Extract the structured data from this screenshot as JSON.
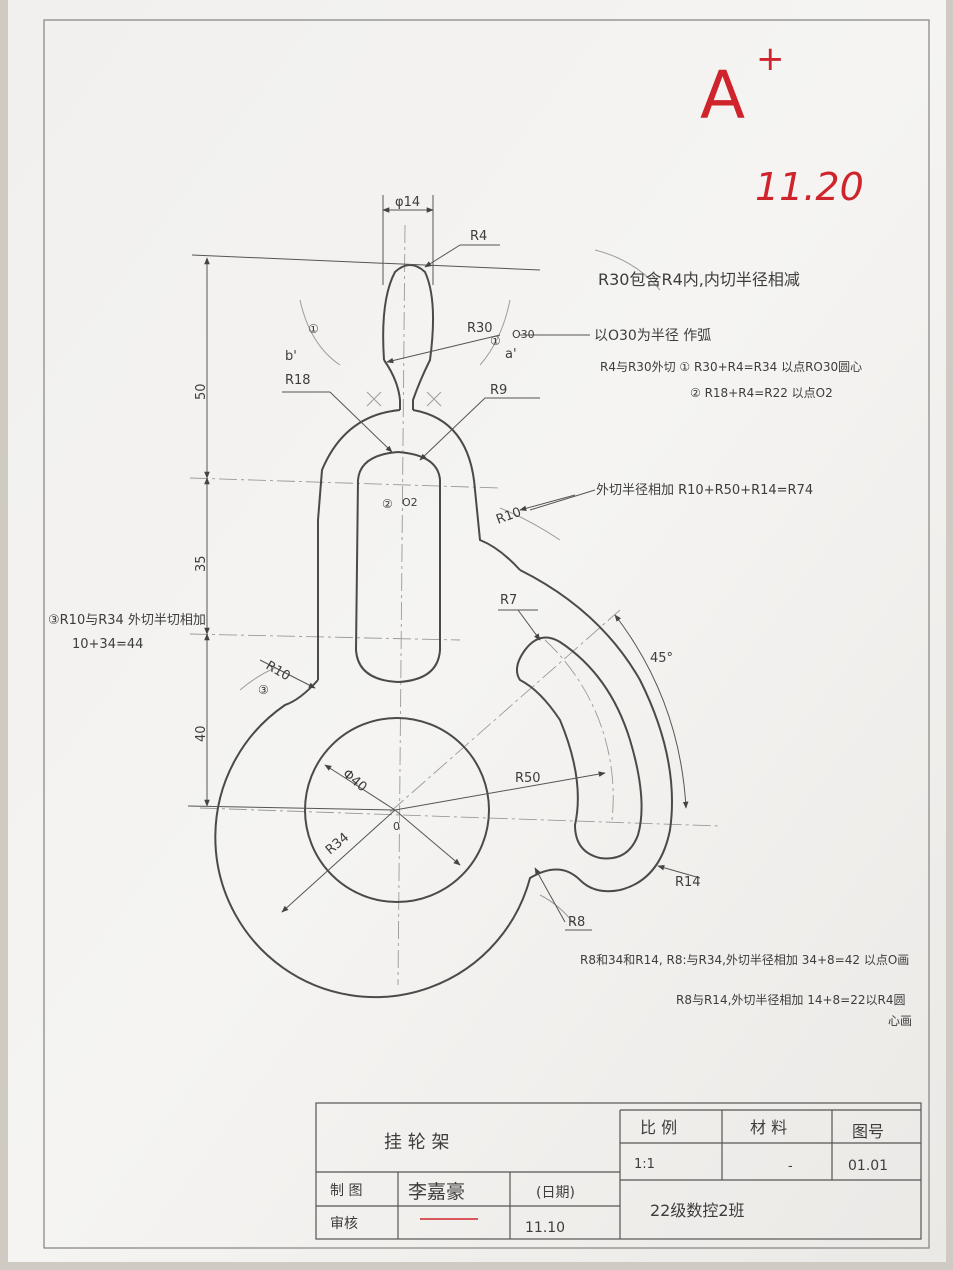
{
  "grade": {
    "mark": "A",
    "plus": "+",
    "date": "11.20"
  },
  "dimensions": {
    "d14": "φ14",
    "r4": "R4",
    "r30": "R30",
    "o30": "O30",
    "a_prime": "a'",
    "b_prime": "b'",
    "r18": "R18",
    "r9": "R9",
    "o2": "O2",
    "r10_right": "R10",
    "r7": "R7",
    "angle_45": "45°",
    "r10_left": "R10",
    "phi40": "Φ40",
    "r50": "R50",
    "r34": "R34",
    "o": "0",
    "r14": "R14",
    "r8": "R8",
    "v50": "50",
    "v35": "35",
    "v40": "40",
    "circle1": "①",
    "circle2": "②",
    "circle3": "③"
  },
  "notes": {
    "n1": "R30包含R4内,内切半径相减",
    "n2": "以O30为半径 作弧",
    "n3": "R4与R30外切 ① R30+R4=R34 以点RO30圆心",
    "n4": "② R18+R4=R22 以点O2",
    "n5": "外切半径相加 R10+R50+R14=R74",
    "n6a": "③R10与R34 外切半切相加",
    "n6b": "10+34=44",
    "n7a": "R8和34和R14, R8:与R34,外切半径相加 34+8=42 以点O画",
    "n7b": "R8与R14,外切半径相加 14+8=22以R4圆",
    "n7c": "心画"
  },
  "title_block": {
    "part_name": "挂 轮 架",
    "scale_label": "比 例",
    "material_label": "材 料",
    "drawing_no_label": "图号",
    "scale_value": "1:1",
    "material_value": "-",
    "drawing_no_value": "01.01",
    "drawn_by_label": "制 图",
    "drawn_by_value": "李嘉豪",
    "date_label": "(日期)",
    "checked_label": "审核",
    "date_value": "11.10",
    "class_name": "22级数控2班"
  }
}
